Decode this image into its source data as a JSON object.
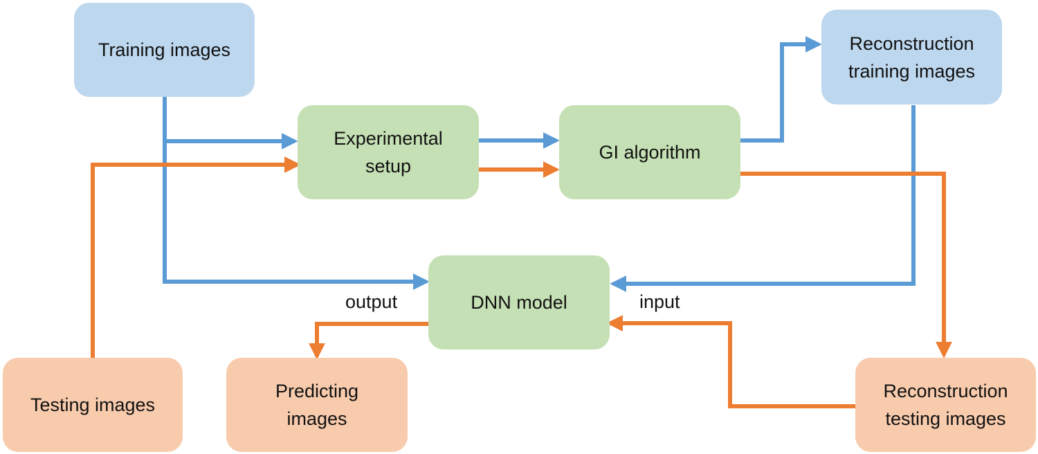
{
  "nodes": {
    "training_images": "Training images",
    "experimental_setup": "Experimental\nsetup",
    "gi_algorithm": "GI algorithm",
    "reconstruction_training": "Reconstruction\ntraining images",
    "dnn_model": "DNN model",
    "testing_images": "Testing images",
    "predicting_images": "Predicting\nimages",
    "reconstruction_testing": "Reconstruction\ntesting images"
  },
  "edge_labels": {
    "output": "output",
    "input": "input"
  },
  "colors": {
    "training_flow": "#5b9bd5",
    "testing_flow": "#ed7d31",
    "blue_box": "#bdd7ee",
    "green_box": "#c5e0b4",
    "orange_box": "#f8cbad"
  },
  "edges": [
    {
      "from": "training_images",
      "to": "experimental_setup",
      "flow": "training"
    },
    {
      "from": "training_images",
      "to": "dnn_model",
      "flow": "training",
      "label": "output"
    },
    {
      "from": "testing_images",
      "to": "experimental_setup",
      "flow": "testing"
    },
    {
      "from": "experimental_setup",
      "to": "gi_algorithm",
      "flow": "training"
    },
    {
      "from": "experimental_setup",
      "to": "gi_algorithm",
      "flow": "testing"
    },
    {
      "from": "gi_algorithm",
      "to": "reconstruction_training",
      "flow": "training"
    },
    {
      "from": "gi_algorithm",
      "to": "reconstruction_testing",
      "flow": "testing"
    },
    {
      "from": "reconstruction_training",
      "to": "dnn_model",
      "flow": "training",
      "label": "input"
    },
    {
      "from": "reconstruction_testing",
      "to": "dnn_model",
      "flow": "testing"
    },
    {
      "from": "dnn_model",
      "to": "predicting_images",
      "flow": "testing"
    }
  ]
}
